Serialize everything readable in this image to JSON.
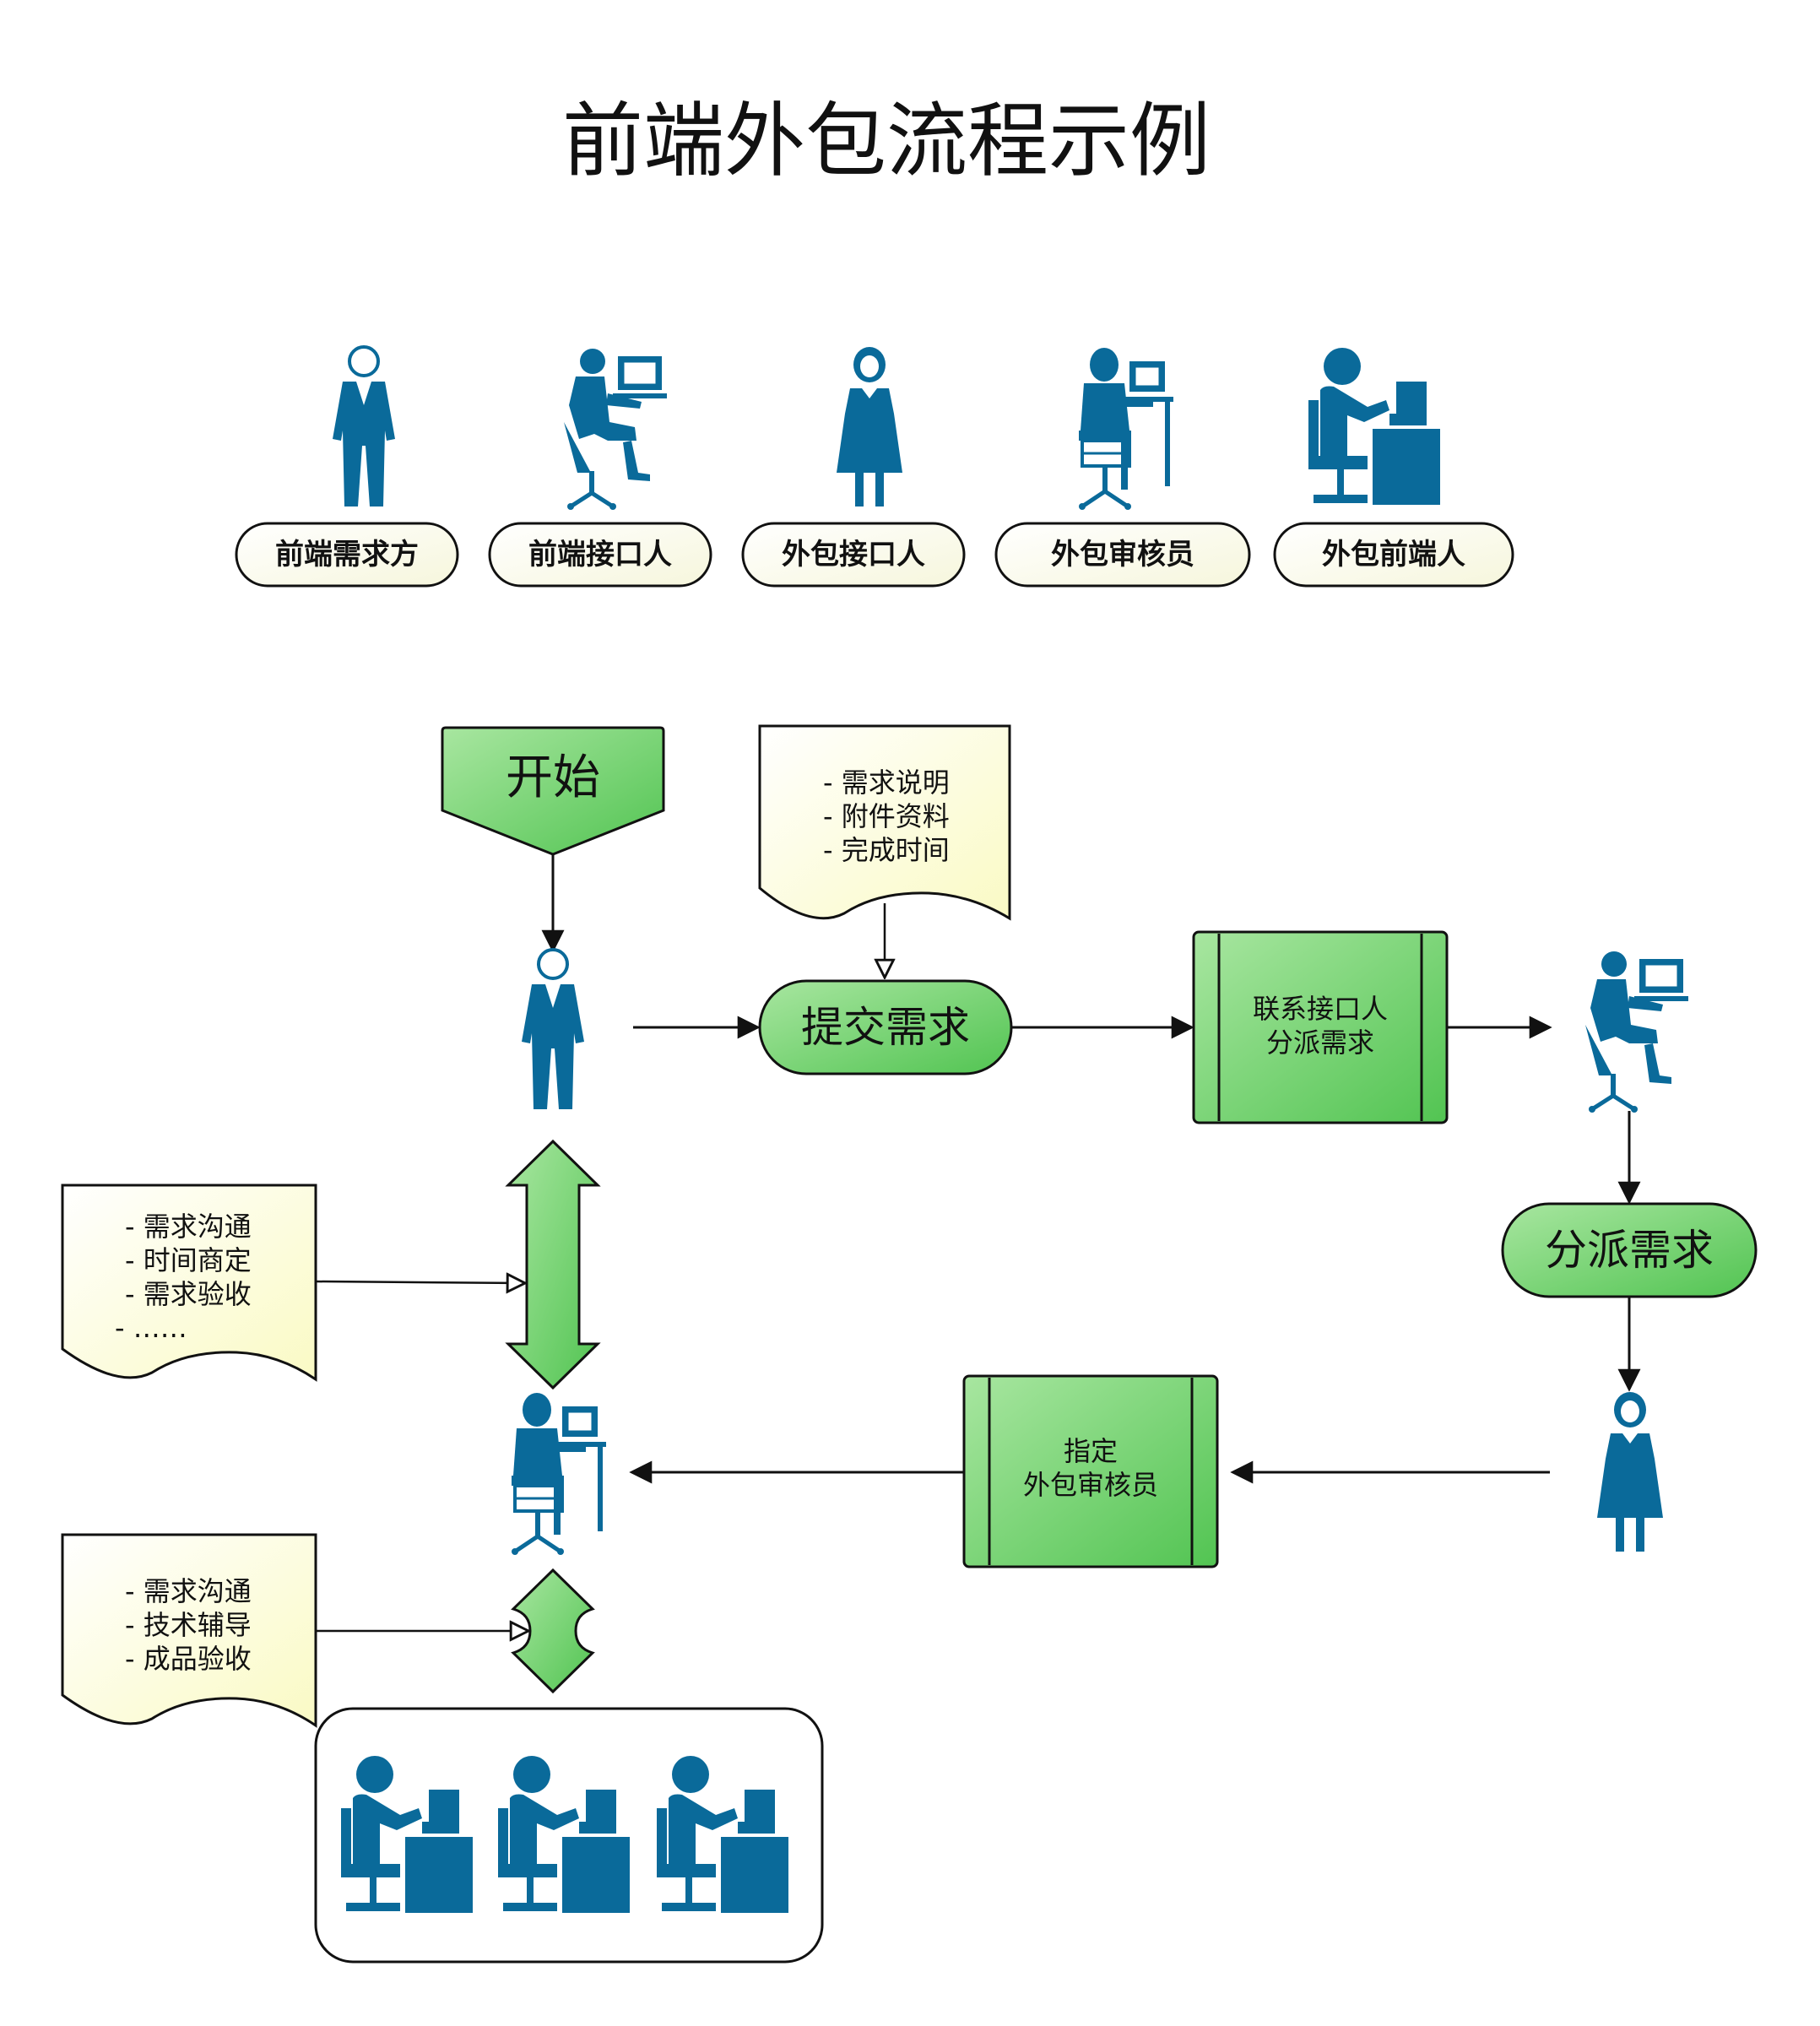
{
  "title": "前端外包流程示例",
  "colors": {
    "figure": "#0a6a9a",
    "green_dark": "#5cc95c",
    "green_light": "#a8e6a0",
    "note_fill": "#fdfdd6",
    "pill_fill": "#fdfdf0",
    "stroke": "#111111"
  },
  "legend": [
    {
      "label": "前端需求方",
      "icon": "standing-man-icon"
    },
    {
      "label": "前端接口人",
      "icon": "man-at-computer-icon"
    },
    {
      "label": "外包接口人",
      "icon": "standing-woman-icon"
    },
    {
      "label": "外包审核员",
      "icon": "woman-at-computer-icon"
    },
    {
      "label": "外包前端人",
      "icon": "person-at-desk-icon"
    }
  ],
  "flow": {
    "start": "开始",
    "submit": "提交需求",
    "contact_line1": "联系接口人",
    "contact_line2": "分派需求",
    "dispatch": "分派需求",
    "assign_line1": "指定",
    "assign_line2": "外包审核员"
  },
  "notes": {
    "submit": [
      "- 需求说明",
      "- 附件资料",
      "- 完成时间"
    ],
    "review": [
      "- 需求沟通",
      "- 时间商定",
      "- 需求验收",
      "- ……"
    ],
    "develop": [
      "- 需求沟通",
      "- 技术辅导",
      "- 成品验收"
    ]
  }
}
